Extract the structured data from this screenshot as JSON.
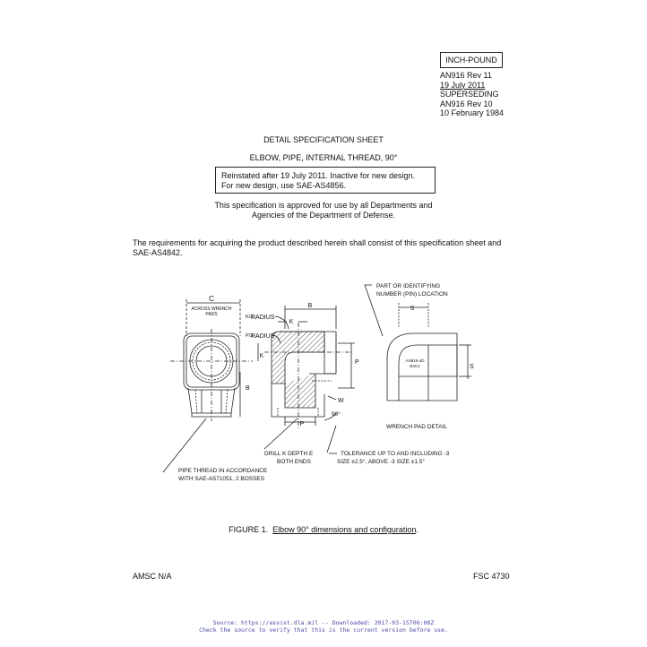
{
  "header": {
    "classification": "INCH-POUND",
    "doc_id": "AN916 Rev 11",
    "date": "19 July 2011",
    "superseding_label": "SUPERSEDING",
    "superseded_id": "AN916 Rev 10",
    "superseded_date": "10 February 1984"
  },
  "title": "DETAIL SPECIFICATION SHEET",
  "subtitle": "ELBOW, PIPE, INTERNAL THREAD, 90°",
  "notice": {
    "line1": "Reinstated after 19 July 2011.  Inactive for new design.",
    "line2": "For new design, use SAE-AS4856."
  },
  "approval": {
    "line1": "This specification is approved for use by all Departments and",
    "line2": "Agencies of the Department of Defense."
  },
  "requirements": "The requirements for acquiring the product described herein shall consist of this specification sheet and SAE-AS4842.",
  "figure": {
    "labels": {
      "c": "C",
      "across_note_1": "ACROSS WRENCH",
      "across_note_2": "PADS",
      "k_half": "K/2",
      "radius1": "RADIUS",
      "p_half": "P/2",
      "radius2": "RADIUS",
      "k_top": "K",
      "b_top": "B",
      "k_side": "K",
      "b_side": "B",
      "p_side": "P",
      "p_bottom": "P",
      "w": "W",
      "angle": "90°",
      "part_id_1": "PART OR IDENTIFYING",
      "part_id_2": "NUMBER (PIN) LOCATION",
      "s_top": "S",
      "s_side": "S",
      "pad_marking_1": "AN916-4D",
      "pad_marking_2": "B4C2",
      "wrench_pad": "WRENCH PAD DETAIL",
      "drill_1": "DRILL K DEPTH E",
      "drill_2": "BOTH ENDS",
      "tolerance_1": "TOLERANCE UP TO AND INCLUDING -3",
      "tolerance_2": "SIZE ±2.5°, ABOVE -3 SIZE ±1.5°",
      "pipe_thread_1": "PIPE THREAD IN ACCORDANCE",
      "pipe_thread_2": "WITH SAE-AS71051, 2 BOSSES"
    },
    "caption_prefix": "FIGURE 1.",
    "caption_text": "Elbow 90° dimensions and configuration"
  },
  "footer_left": "AMSC N/A",
  "footer_right": "FSC 4730",
  "source": {
    "line1": "Source: https://assist.dla.mil -- Downloaded: 2017-03-15T06:08Z",
    "line2": "Check the source to verify that this is the current version before use."
  }
}
